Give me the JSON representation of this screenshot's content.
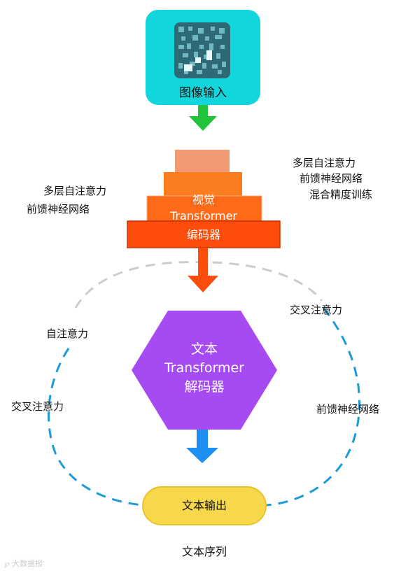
{
  "input": {
    "label": "图像输入"
  },
  "encoder": {
    "line1": "视觉",
    "line2": "Transformer",
    "line3": "编码器",
    "note_left": [
      "多层自注意力",
      "前馈神经网络"
    ],
    "note_right": [
      "多层自注意力",
      "前馈神经网络",
      "混合精度训练"
    ]
  },
  "decoder": {
    "line1": "文本",
    "line2": "Transformer",
    "line3": "解码器"
  },
  "loop_labels": {
    "self_attention": "自注意力",
    "cross_attention_left": "交叉注意力",
    "cross_attention_right": "交叉注意力",
    "ffn_right": "前馈神经网络"
  },
  "output": {
    "label": "文本输出",
    "caption": "文本序列"
  },
  "watermark": "大数据报",
  "colors": {
    "input_box": "#13d6dc",
    "arrow_green": "#21c33a",
    "encoder_tiers": [
      "#f29b72",
      "#fb7d1f",
      "#fd6a18",
      "#fd4d0c"
    ],
    "arrow_orange": "#fd4d0c",
    "decoder": "#a64bf1",
    "arrow_blue": "#1d8ff0",
    "output_box": "#f7d84b",
    "loop_blue": "#1d9bd6",
    "loop_gray": "#cccccc"
  }
}
